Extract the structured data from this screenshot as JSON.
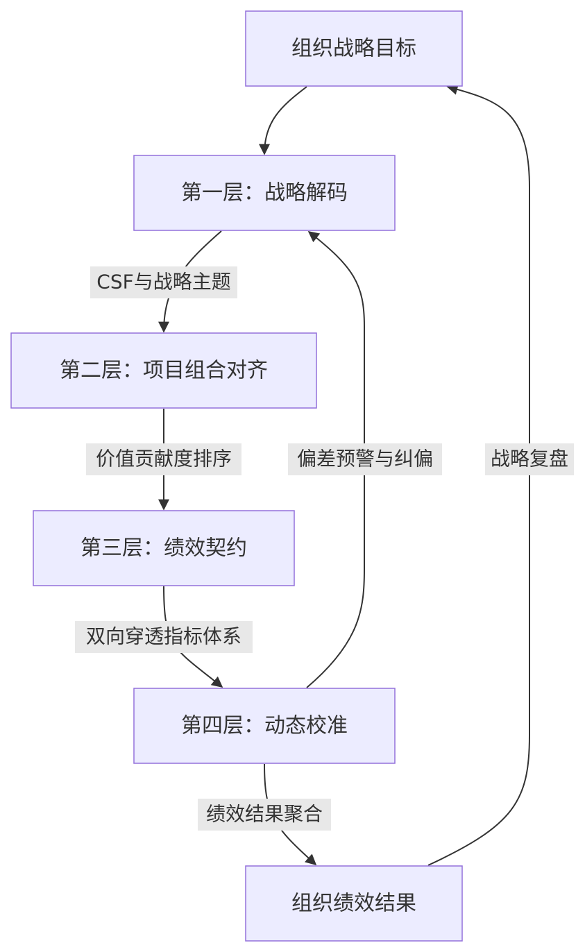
{
  "nodes": {
    "goal": "组织战略目标",
    "layer1": "第一层：战略解码",
    "layer2": "第二层：项目组合对齐",
    "layer3": "第三层：绩效契约",
    "layer4": "第四层：动态校准",
    "result": "组织绩效结果"
  },
  "edges": {
    "csf": "CSF与战略主题",
    "value": "价值贡献度排序",
    "penetrate": "双向穿透指标体系",
    "aggregate": "绩效结果聚合",
    "warning": "偏差预警与纠偏",
    "review": "战略复盘"
  },
  "colors": {
    "node_fill": "#ececff",
    "node_stroke": "#9370db",
    "edge": "#333333",
    "label_bg": "#e8e8e8",
    "text": "#333333"
  }
}
